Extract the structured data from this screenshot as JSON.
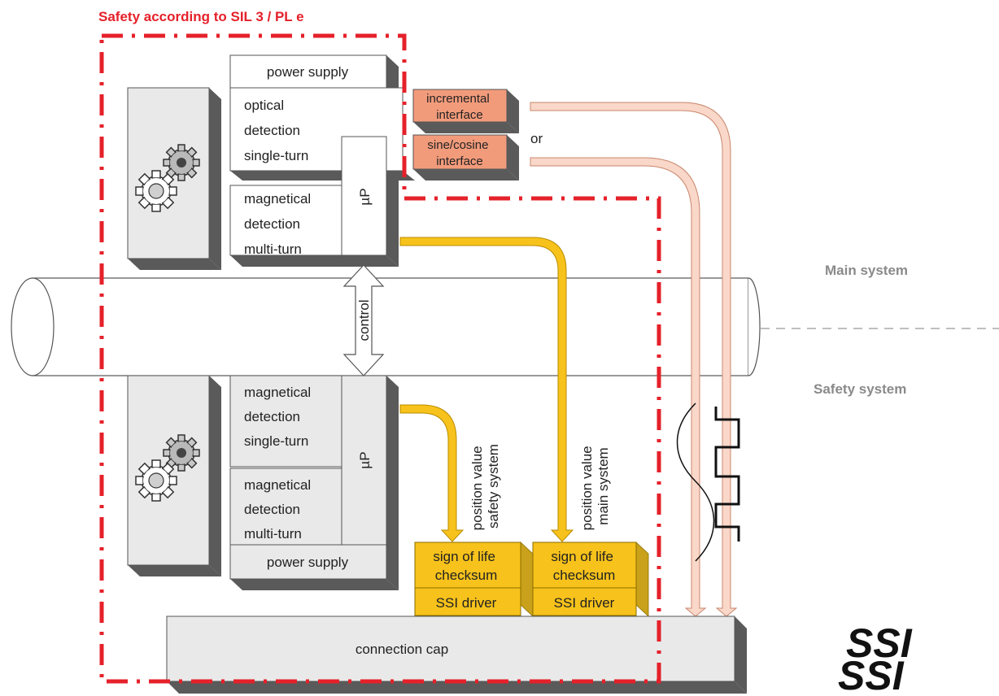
{
  "safety_title": "Safety according to SIL 3 / PL e",
  "upper_encoder": {
    "power_supply": "power supply",
    "optical_lines": [
      "optical",
      "detection",
      "single-turn"
    ],
    "magnetic_lines": [
      "magnetical",
      "detection",
      "multi-turn"
    ],
    "mcu": "µP"
  },
  "interfaces": {
    "incremental_lines": [
      "incremental",
      "interface"
    ],
    "or": "or",
    "sincos_lines": [
      "sine/cosine",
      "interface"
    ]
  },
  "control": "control",
  "lower_encoder": {
    "magnetic_single_lines": [
      "magnetical",
      "detection",
      "single-turn"
    ],
    "magnetic_multi_lines": [
      "magnetical",
      "detection",
      "multi-turn"
    ],
    "mcu": "µP",
    "power_supply": "power supply"
  },
  "signals": {
    "safety_lines": [
      "position value",
      "safety system"
    ],
    "main_lines": [
      "position value",
      "main system"
    ]
  },
  "modules": {
    "left": {
      "lines": [
        "sign of life",
        "checksum"
      ],
      "driver": "SSI driver"
    },
    "right": {
      "lines": [
        "sign of life",
        "checksum"
      ],
      "driver": "SSI driver"
    }
  },
  "connection_cap": "connection cap",
  "systems": {
    "main": "Main system",
    "safety": "Safety system"
  },
  "logo": [
    "SSI",
    "SSI"
  ],
  "colors": {
    "safety_border": "#e5212a",
    "signal_arrow": "#f7c21b",
    "interface_fill": "#f29b7b",
    "output_arrow": "#f9d7c9",
    "box_dark": "#5a5a5a"
  }
}
